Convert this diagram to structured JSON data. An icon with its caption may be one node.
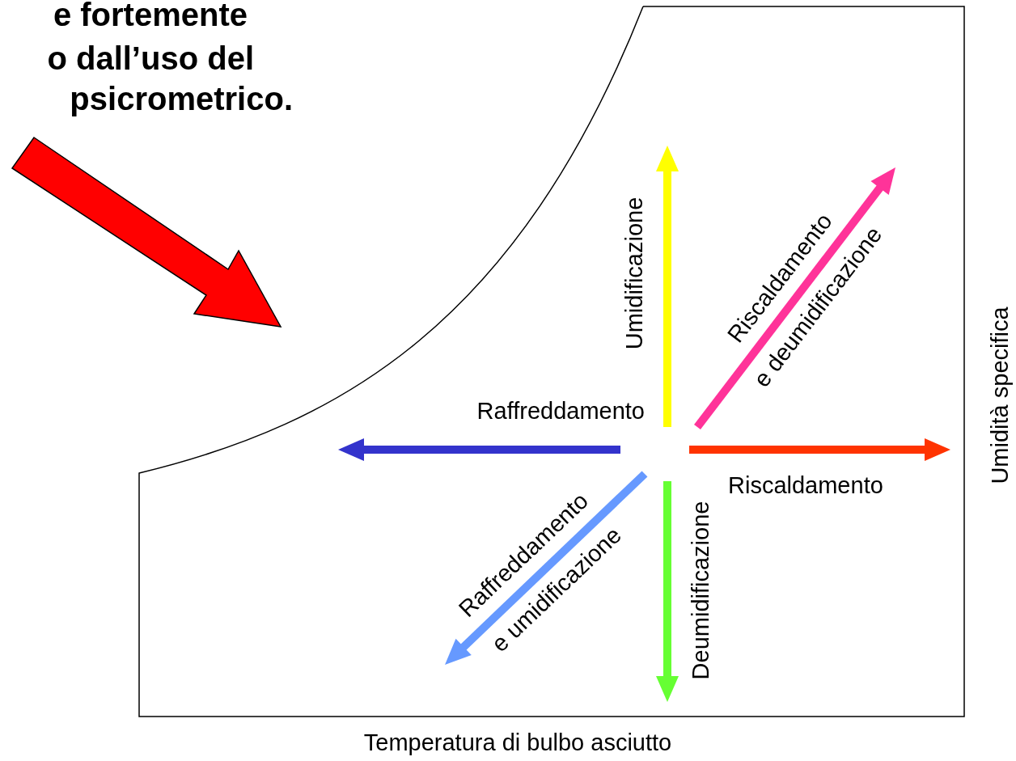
{
  "diagram": {
    "labels": [
      "e fortemente",
      "o dall’uso del",
      "psicrometrico.",
      "Umidificazione",
      "Riscaldamento e deumidificazione",
      "Raffreddamento",
      "Riscaldamento",
      "Raffreddamento e umidificazione",
      "Deumidificazione",
      "Umidità specifica",
      "Temperatura di bulbo asciutto"
    ]
  }
}
